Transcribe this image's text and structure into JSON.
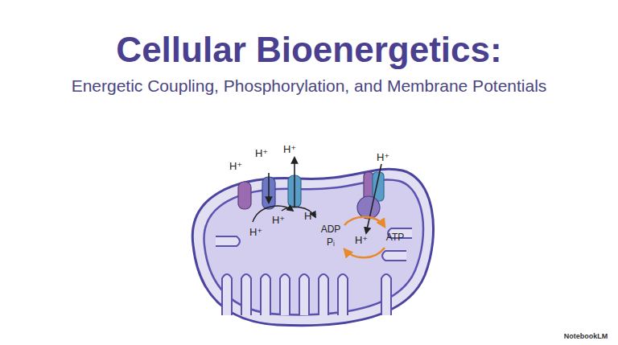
{
  "diagram": {
    "title": "Cellular Bioenergetics:",
    "labels": [
      "Energetic Coupling, Phosphorylation, and Membrane Potentials",
      "H⁺",
      "H⁺",
      "H⁺",
      "H⁺",
      "H⁺",
      "H⁺",
      "H⁺",
      "H⁺",
      "ADP",
      "Pᵢ",
      "ATP",
      "NotebookLM"
    ]
  }
}
